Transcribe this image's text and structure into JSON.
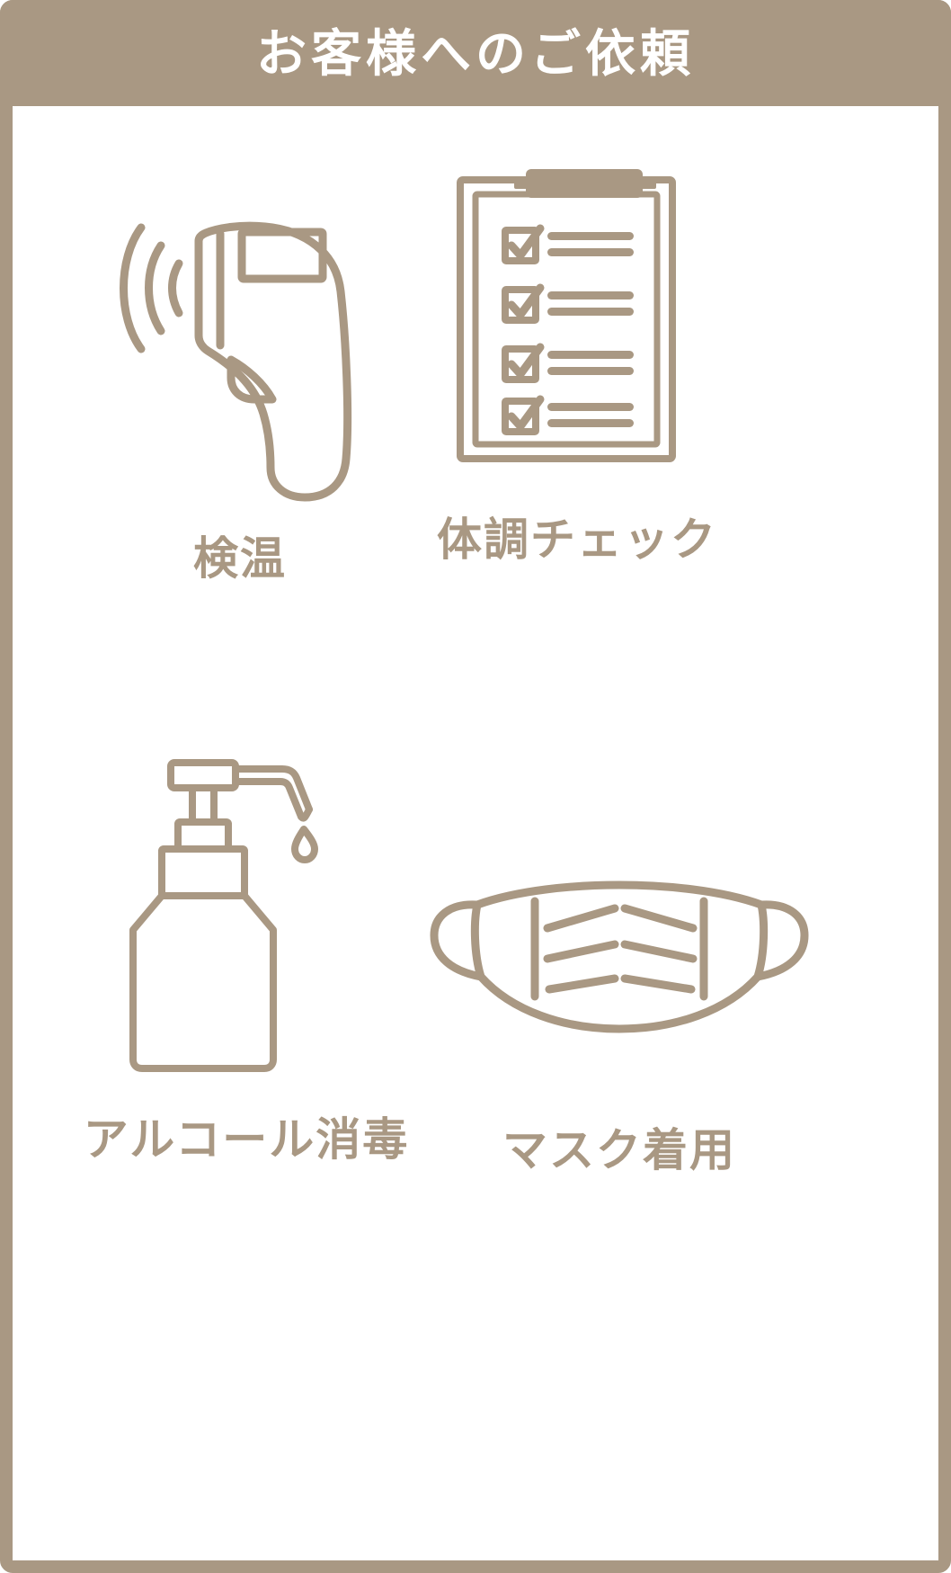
{
  "header": {
    "title": "お客様へのご依頼"
  },
  "theme": {
    "accent": "#a99883",
    "background": "#ffffff",
    "header_text": "#ffffff"
  },
  "items": [
    {
      "icon": "thermometer-gun-icon",
      "label": "検温"
    },
    {
      "icon": "clipboard-checklist-icon",
      "label": "体調チェック"
    },
    {
      "icon": "alcohol-pump-bottle-icon",
      "label": "アルコール消毒"
    },
    {
      "icon": "face-mask-icon",
      "label": "マスク着用"
    }
  ]
}
